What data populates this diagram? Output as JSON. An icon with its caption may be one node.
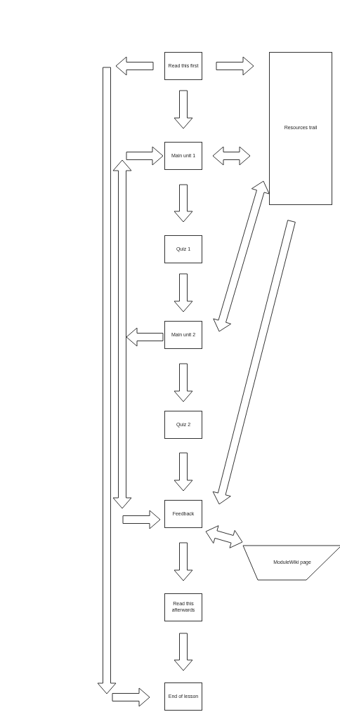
{
  "diagram": {
    "nodes": [
      {
        "text": [
          "Read this first"
        ]
      },
      {
        "text": [
          "Resources trail"
        ]
      },
      {
        "text": [
          "Main unit 1"
        ]
      },
      {
        "text": [
          "Quiz 1"
        ]
      },
      {
        "text": [
          "Main unit 2"
        ]
      },
      {
        "text": [
          "Quiz 2"
        ]
      },
      {
        "text": [
          "Feedback"
        ]
      },
      {
        "text": [
          "ModuleWiki page"
        ]
      },
      {
        "text": [
          "Read this afterwards"
        ]
      },
      {
        "text": [
          "End of lesson"
        ]
      }
    ],
    "edges": [
      {
        "from": 0,
        "to": 2,
        "arrow": "to"
      },
      {
        "from": 0,
        "to": 1,
        "arrow": "to"
      },
      {
        "from": 0,
        "to": null,
        "arrow": "to"
      },
      {
        "from": 0,
        "to": 9,
        "arrow": "to"
      },
      {
        "from": 1,
        "to": 2,
        "arrow": "both"
      },
      {
        "from": null,
        "to": 2,
        "arrow": "to"
      },
      {
        "from": 2,
        "to": 6,
        "arrow": "both"
      },
      {
        "from": 2,
        "to": 3,
        "arrow": "to"
      },
      {
        "from": 3,
        "to": 4,
        "arrow": "to"
      },
      {
        "from": 1,
        "to": 4,
        "arrow": "both"
      },
      {
        "from": 4,
        "to": null,
        "arrow": "to"
      },
      {
        "from": 4,
        "to": 5,
        "arrow": "to"
      },
      {
        "from": 1,
        "to": 6,
        "arrow": "to"
      },
      {
        "from": 5,
        "to": 6,
        "arrow": "to"
      },
      {
        "from": null,
        "to": 6,
        "arrow": "to"
      },
      {
        "from": 6,
        "to": 7,
        "arrow": "both"
      },
      {
        "from": 6,
        "to": 8,
        "arrow": "to"
      },
      {
        "from": 8,
        "to": 9,
        "arrow": "to"
      },
      {
        "from": null,
        "to": 9,
        "arrow": "to"
      }
    ]
  }
}
